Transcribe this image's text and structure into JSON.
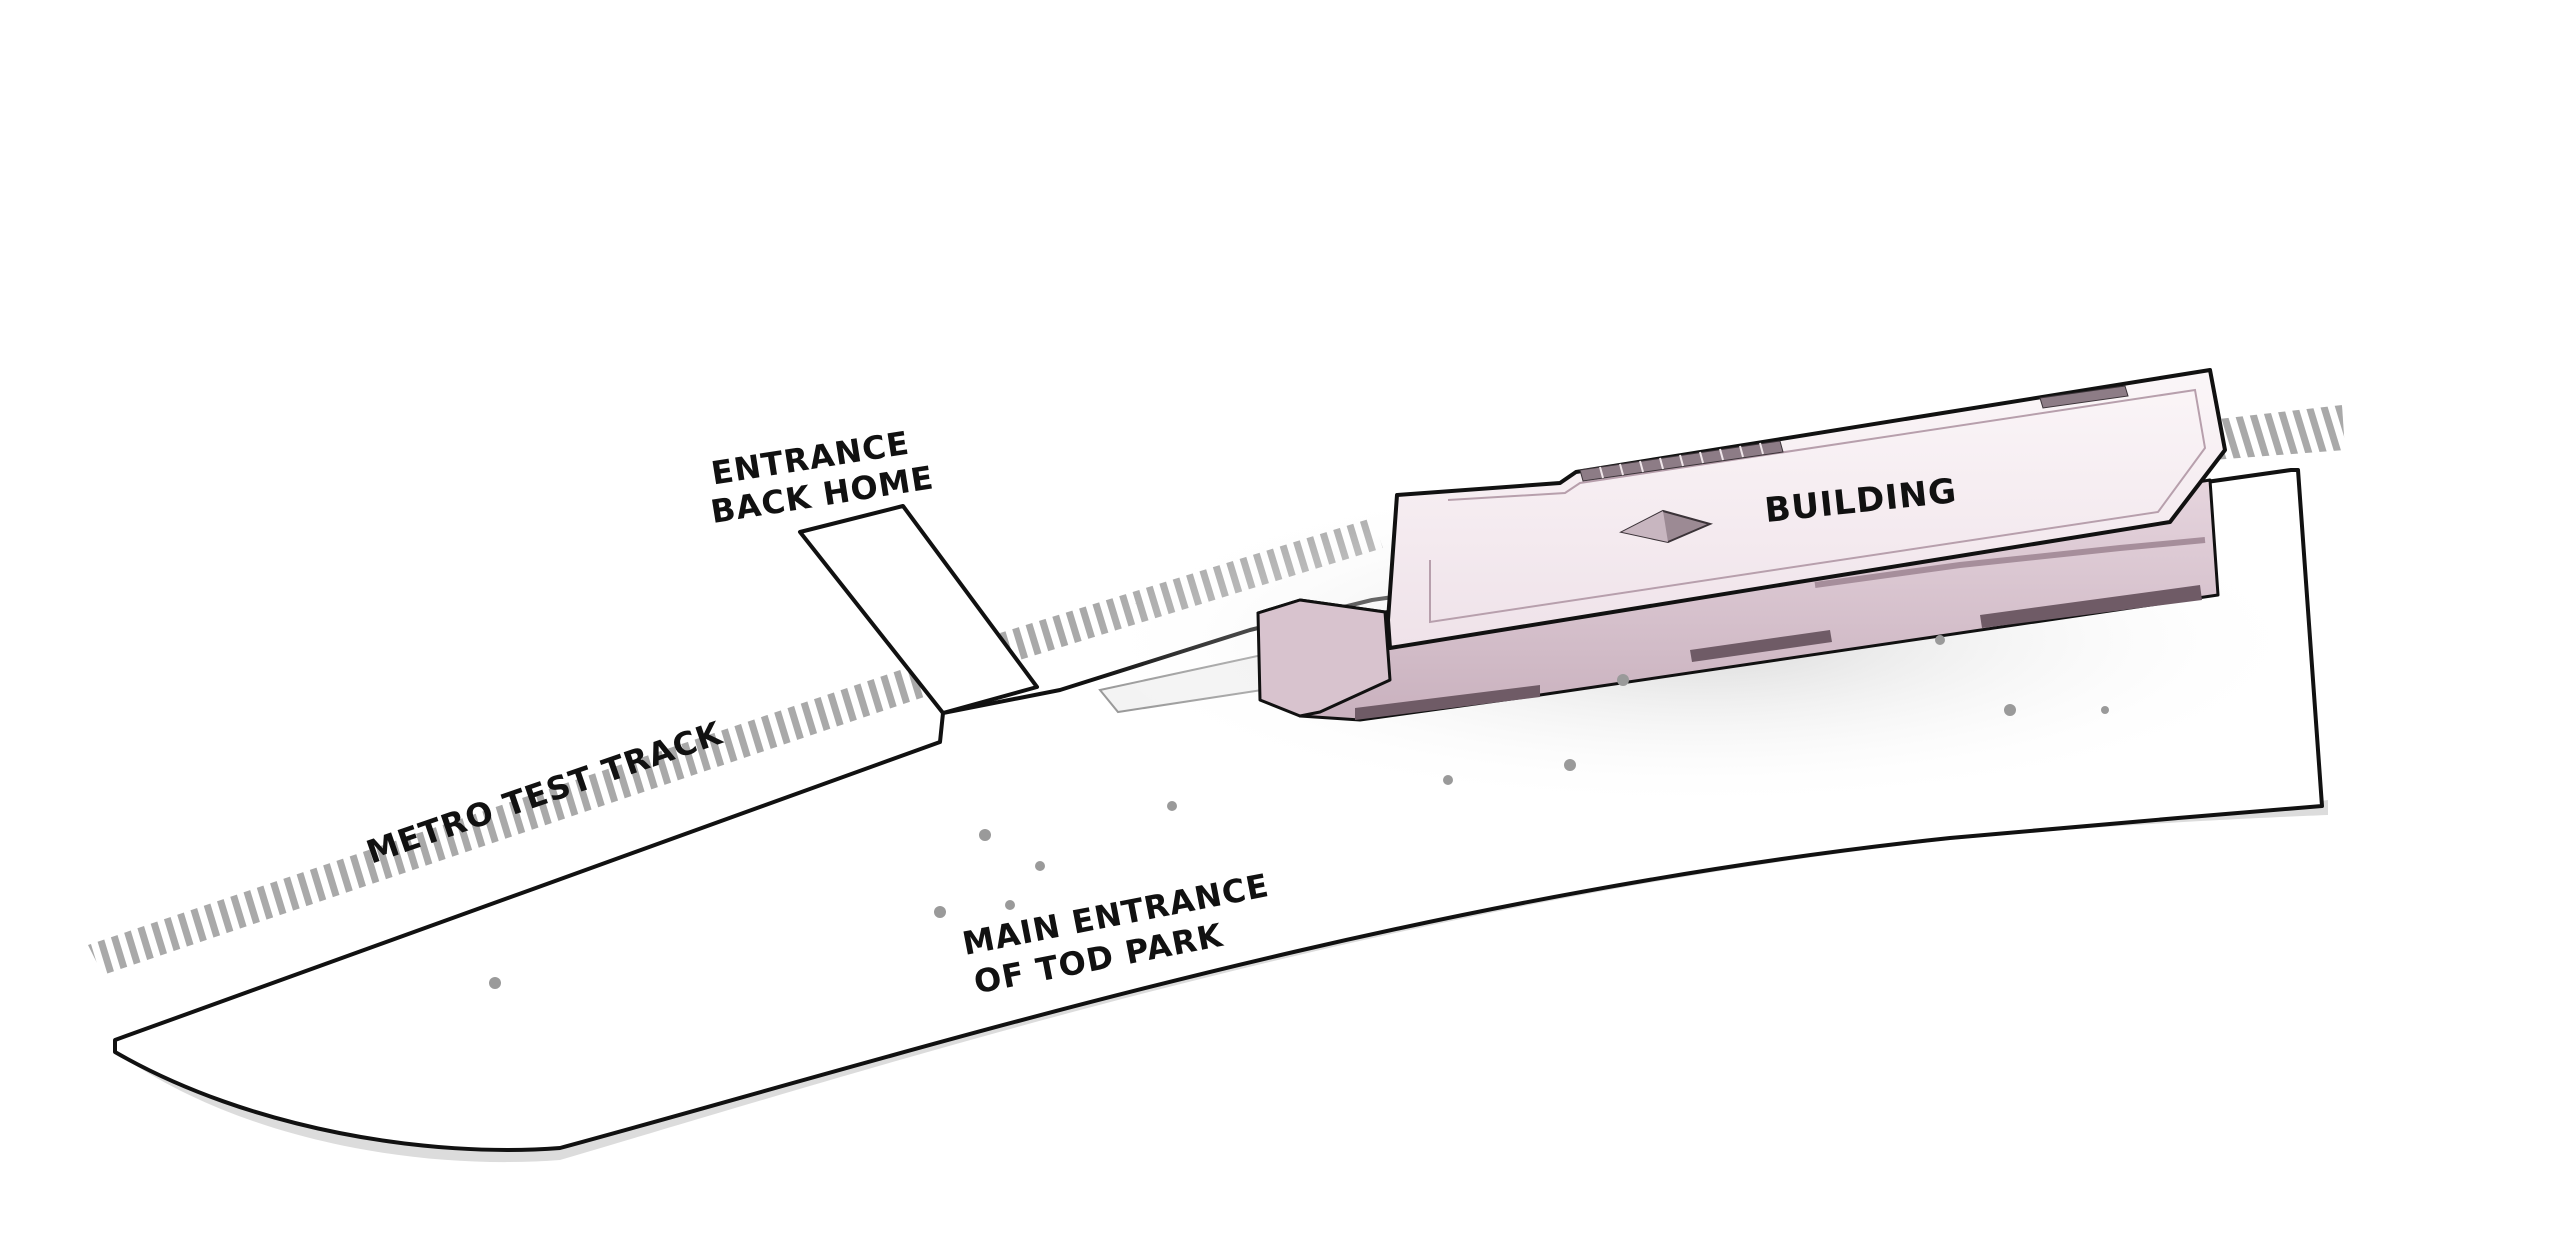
{
  "labels": {
    "entrance_back_home": [
      "ENTRANCE",
      "BACK HOME"
    ],
    "building": "BUILDING",
    "metro_test_track": "METRO TEST TRACK",
    "main_entrance": [
      "MAIN ENTRANCE",
      "OF TOD PARK"
    ]
  },
  "colors": {
    "outline": "#111111",
    "site_fill": "#ffffff",
    "site_shadow": "#dedede",
    "track_hatch": "#a9a9a9",
    "building_roof": "#f6eef2",
    "building_side": "#d9c4cf",
    "building_shadow": "#c2aab7"
  }
}
